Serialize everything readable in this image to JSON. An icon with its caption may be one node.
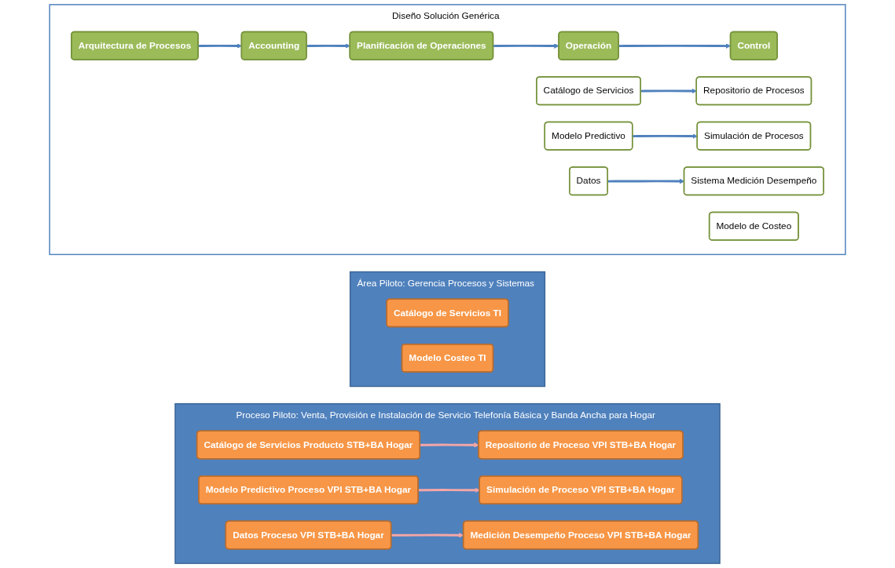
{
  "diagram": {
    "nodes": [
      {
        "text": [
          "Diseño Solución Genérica"
        ]
      },
      {
        "text": [
          "Arquitectura de Procesos"
        ],
        "in": 0
      },
      {
        "text": [
          "Catálogo de Servicios"
        ],
        "in": 0
      },
      {
        "text": [
          "Repositorio de Procesos"
        ],
        "in": 0
      },
      {
        "text": [
          "Accounting"
        ],
        "in": 0
      },
      {
        "text": [
          "Modelo de Costeo"
        ],
        "in": 0
      },
      {
        "text": [
          "Planificación de Operaciones"
        ],
        "in": 0
      },
      {
        "text": [
          "Modelo Predictivo"
        ],
        "in": 0
      },
      {
        "text": [
          "Simulación de Procesos"
        ],
        "in": 0
      },
      {
        "text": [
          "Operación"
        ],
        "in": 0
      },
      {
        "text": [
          "Datos"
        ],
        "in": 0
      },
      {
        "text": [
          "Control"
        ],
        "in": 0
      },
      {
        "text": [
          "Sistema Medición Desempeño"
        ],
        "in": 0
      },
      {
        "text": [
          "Área Piloto: Gerencia Procesos y Sistemas"
        ]
      },
      {
        "text": [
          "Catálogo de Servicios TI"
        ],
        "in": 13
      },
      {
        "text": [
          "Modelo Costeo TI"
        ],
        "in": 13
      },
      {
        "text": [
          "Proceso Piloto: Venta, Provisión e Instalación de Servicio Telefonía Básica y Banda Ancha para Hogar"
        ]
      },
      {
        "text": [
          "Catálogo de Servicios Producto STB+BA Hogar"
        ],
        "in": 16
      },
      {
        "text": [
          "Repositorio de Proceso VPI STB+BA Hogar"
        ],
        "in": 16
      },
      {
        "text": [
          "Modelo Predictivo Proceso VPI STB+BA Hogar"
        ],
        "in": 16
      },
      {
        "text": [
          "Simulación de Proceso VPI STB+BA Hogar"
        ],
        "in": 16
      },
      {
        "text": [
          "Datos Proceso VPI STB+BA Hogar"
        ],
        "in": 16
      },
      {
        "text": [
          "Medición Desempeño Proceso VPI STB+BA Hogar"
        ],
        "in": 16
      }
    ],
    "edges": [
      {
        "from": 1,
        "to": 4,
        "arrow": "to"
      },
      {
        "from": 4,
        "to": 6,
        "arrow": "to"
      },
      {
        "from": 6,
        "to": 9,
        "arrow": "to"
      },
      {
        "from": 9,
        "to": 11,
        "arrow": "to"
      },
      {
        "from": 2,
        "to": 3,
        "arrow": "to"
      },
      {
        "from": 7,
        "to": 8,
        "arrow": "to"
      },
      {
        "from": 10,
        "to": 12,
        "arrow": "to"
      },
      {
        "from": 17,
        "to": 18,
        "arrow": "to",
        "color": "#f4a6a6"
      },
      {
        "from": 19,
        "to": 20,
        "arrow": "to",
        "color": "#f4a6a6"
      },
      {
        "from": 21,
        "to": 22,
        "arrow": "to",
        "color": "#f4a6a6"
      }
    ]
  }
}
